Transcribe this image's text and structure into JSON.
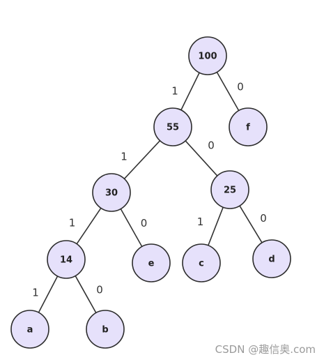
{
  "tree": {
    "nodes": [
      {
        "id": "n100",
        "label": "100"
      },
      {
        "id": "n55",
        "label": "55"
      },
      {
        "id": "nf",
        "label": "f"
      },
      {
        "id": "n30",
        "label": "30"
      },
      {
        "id": "n25",
        "label": "25"
      },
      {
        "id": "n14",
        "label": "14"
      },
      {
        "id": "ne",
        "label": "e"
      },
      {
        "id": "nc",
        "label": "c"
      },
      {
        "id": "nd",
        "label": "d"
      },
      {
        "id": "na",
        "label": "a"
      },
      {
        "id": "nb",
        "label": "b"
      }
    ],
    "edges": [
      {
        "from": "n100",
        "to": "n55",
        "label": "1"
      },
      {
        "from": "n100",
        "to": "nf",
        "label": "0"
      },
      {
        "from": "n55",
        "to": "n30",
        "label": "1"
      },
      {
        "from": "n55",
        "to": "n25",
        "label": "0"
      },
      {
        "from": "n30",
        "to": "n14",
        "label": "1"
      },
      {
        "from": "n30",
        "to": "ne",
        "label": "0"
      },
      {
        "from": "n25",
        "to": "nc",
        "label": "1"
      },
      {
        "from": "n25",
        "to": "nd",
        "label": "0"
      },
      {
        "from": "n14",
        "to": "na",
        "label": "1"
      },
      {
        "from": "n14",
        "to": "nb",
        "label": "0"
      }
    ]
  },
  "colors": {
    "node_fill": "#e6e1fb",
    "node_stroke": "#2b2b2b",
    "edge": "#333333"
  },
  "watermark": "CSDN @趣信奥.com"
}
